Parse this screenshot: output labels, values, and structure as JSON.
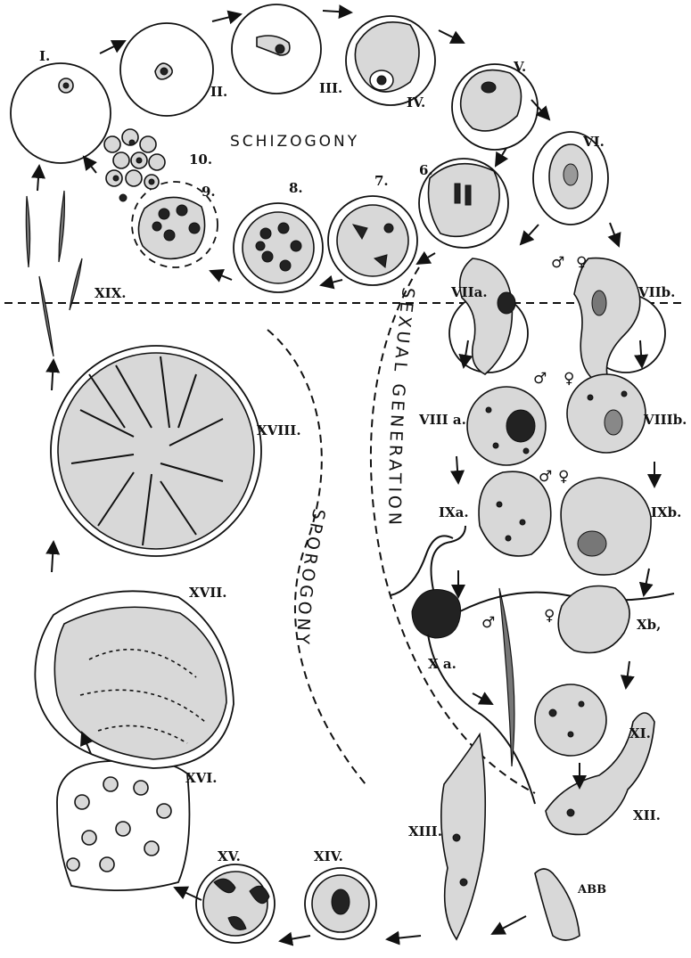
{
  "headings": {
    "schizogony": "SCHIZOGONY",
    "sexual_generation": "SEXUAL GENERATION",
    "sporogony": "SPOROGONY"
  },
  "stage_labels": {
    "I": "I.",
    "II": "II.",
    "III": "III.",
    "IV": "IV.",
    "V": "V.",
    "VI": "VI.",
    "n6": "6.",
    "n7": "7.",
    "n8": "8.",
    "n9": "9.",
    "n10": "10.",
    "VIIa": "VIIa.",
    "VIIb": "VIIb.",
    "VIIIa": "VIII a.",
    "VIIIb": "VIIIb.",
    "IXa": "IXa.",
    "IXb": "IXb.",
    "Xa": "X a.",
    "Xb": "Xb,",
    "XI": "XI.",
    "XII": "XII.",
    "XIII": "XIII.",
    "XIV": "XIV.",
    "XV": "XV.",
    "XVI": "XVI.",
    "XVII": "XVII.",
    "XVIII": "XVIII.",
    "XIX": "XIX."
  },
  "sex_symbols": {
    "male": "♂",
    "female": "♀"
  },
  "signature": "ABB"
}
